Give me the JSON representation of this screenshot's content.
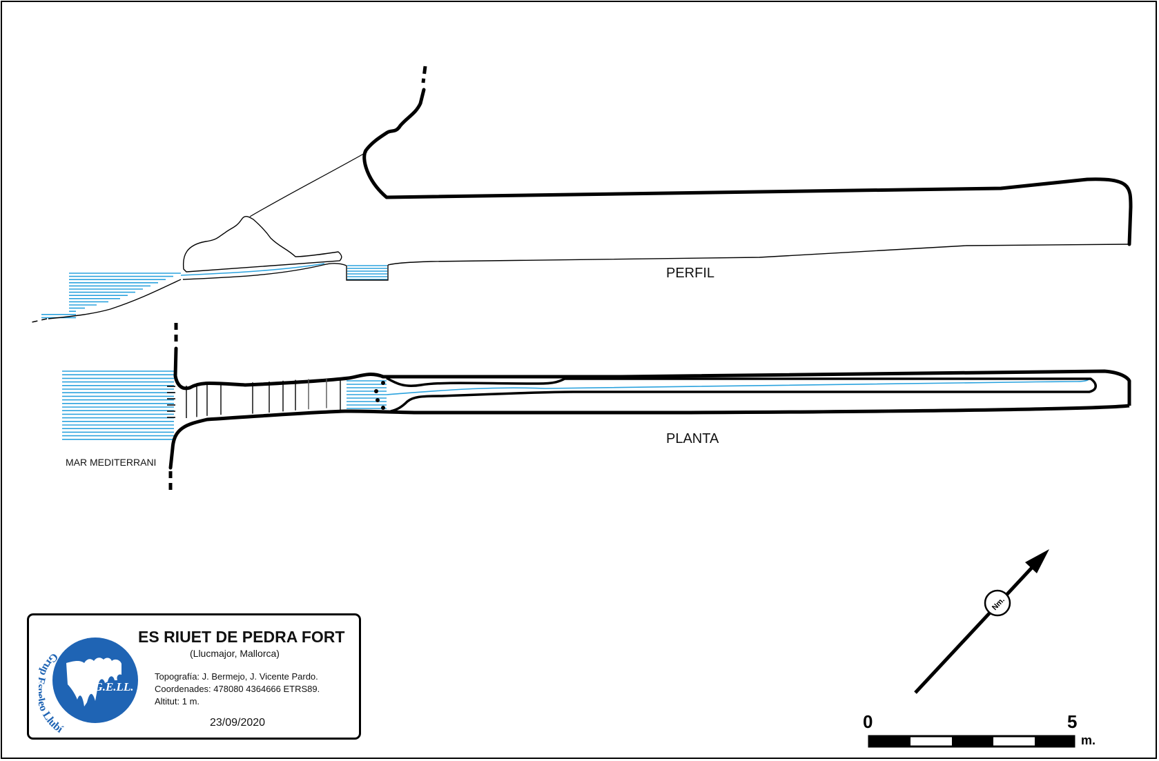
{
  "survey": {
    "title": "ES RIUET DE PEDRA FORT",
    "subtitle": "(Llucmajor, Mallorca)",
    "topography": "Topografía: J. Bermejo, J. Vicente Pardo.",
    "coordinates": "Coordenades: 478080 4364666 ETRS89.",
    "altitude": "Altitut: 1 m.",
    "date": "23/09/2020"
  },
  "logo": {
    "abbreviation": "G.E.LL.",
    "group_name": "Grup Espeleo Llubí",
    "color": "#1f64b4"
  },
  "views": {
    "profile_label": "PERFIL",
    "plan_label": "PLANTA"
  },
  "sea_label": "MAR MEDITERRANI",
  "north_arrow": {
    "label": "Nm."
  },
  "scale_bar": {
    "start": "0",
    "end": "5",
    "unit": "m."
  },
  "colors": {
    "water": "#2aa2de",
    "ink": "#000000"
  }
}
